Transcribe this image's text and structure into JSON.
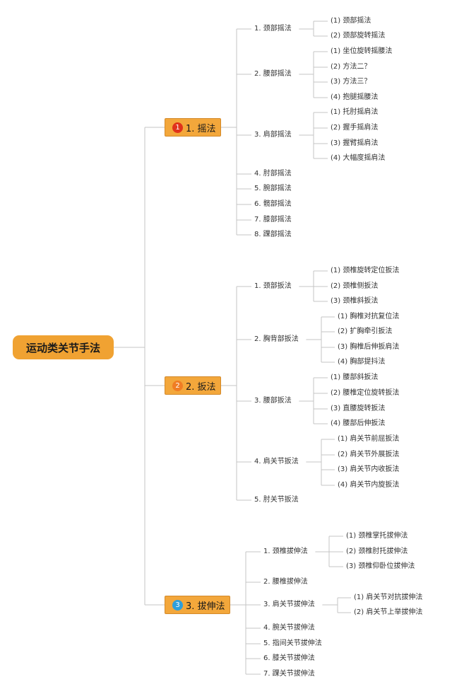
{
  "root": "运动类关节手法",
  "colors": {
    "root": "#f0a232",
    "category": "#f3a73b",
    "line": "#c4c4c4"
  },
  "categories": [
    {
      "badge": "1",
      "badge_color": "#e0321b",
      "label": "1. 摇法",
      "children": [
        {
          "label": "1. 颈部摇法",
          "children": [
            "(1) 颈部摇法",
            "(2) 颈部旋转摇法"
          ]
        },
        {
          "label": "2. 腰部摇法",
          "children": [
            "(1) 坐位旋转摇腰法",
            "(2) 方法二？",
            "(3) 方法三？",
            "(4) 抱腿摇腰法"
          ]
        },
        {
          "label": "3. 肩部摇法",
          "children": [
            "(1) 托肘摇肩法",
            "(2) 握手摇肩法",
            "(3) 握臂摇肩法",
            "(4) 大幅度摇肩法"
          ]
        },
        {
          "label": "4. 肘部摇法",
          "children": []
        },
        {
          "label": "5. 腕部摇法",
          "children": []
        },
        {
          "label": "6. 髋部摇法",
          "children": []
        },
        {
          "label": "7. 膝部摇法",
          "children": []
        },
        {
          "label": "8. 踝部摇法",
          "children": []
        }
      ]
    },
    {
      "badge": "2",
      "badge_color": "#f07d24",
      "label": "2. 扳法",
      "children": [
        {
          "label": "1. 颈部扳法",
          "children": [
            "(1) 颈椎旋转定位扳法",
            "(2) 颈椎侧扳法",
            "(3) 颈椎斜扳法"
          ]
        },
        {
          "label": "2. 胸背部扳法",
          "children": [
            "(1) 胸椎对抗复位法",
            "(2) 扩胸牵引扳法",
            "(3) 胸椎后伸扳肩法",
            "(4) 胸部提抖法"
          ]
        },
        {
          "label": "3. 腰部扳法",
          "children": [
            "(1) 腰部斜扳法",
            "(2) 腰椎定位旋转扳法",
            "(3) 直腰旋转扳法",
            "(4) 腰部后伸扳法"
          ]
        },
        {
          "label": "4. 肩关节扳法",
          "children": [
            "(1) 肩关节前屈扳法",
            "(2) 肩关节外展扳法",
            "(3) 肩关节内收扳法",
            "(4) 肩关节内旋扳法"
          ]
        },
        {
          "label": "5. 肘关节扳法",
          "children": []
        }
      ]
    },
    {
      "badge": "3",
      "badge_color": "#2e9fdc",
      "label": "3. 拔伸法",
      "children": [
        {
          "label": "1. 颈椎拔伸法",
          "children": [
            "(1) 颈椎掌托拔伸法",
            "(2) 颈椎肘托拔伸法",
            "(3) 颈椎仰卧位拔伸法"
          ]
        },
        {
          "label": "2. 腰椎拔伸法",
          "children": []
        },
        {
          "label": "3. 肩关节拔伸法",
          "children": [
            "(1) 肩关节对抗拔伸法",
            "(2) 肩关节上举拔伸法"
          ]
        },
        {
          "label": "4. 腕关节拔伸法",
          "children": []
        },
        {
          "label": "5. 指间关节拔伸法",
          "children": []
        },
        {
          "label": "6. 膝关节拔伸法",
          "children": []
        },
        {
          "label": "7. 踝关节拔伸法",
          "children": []
        }
      ]
    }
  ]
}
